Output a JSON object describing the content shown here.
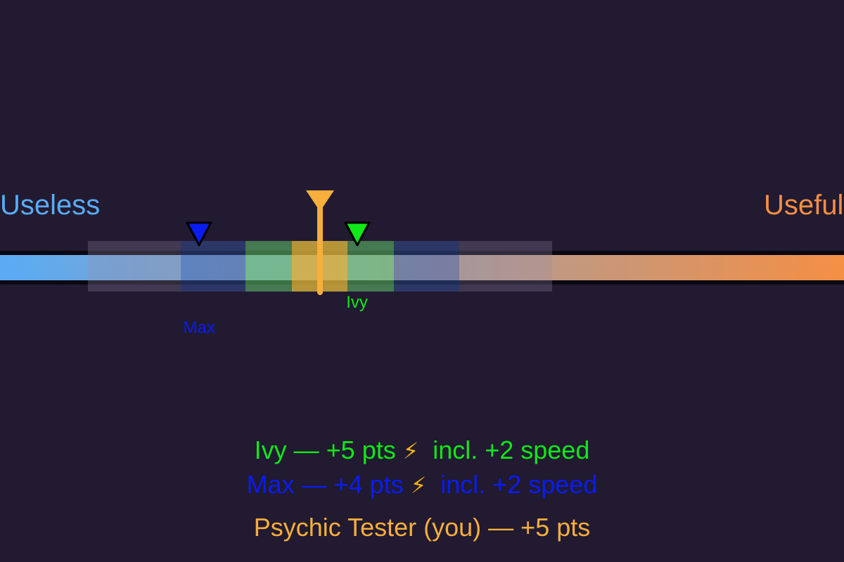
{
  "spectrum": {
    "left_label": "Useless",
    "right_label": "Useful",
    "left_color": "#5aabf5",
    "right_color": "#f58f45"
  },
  "target": {
    "position": 0.379,
    "color": "#f8ae3c"
  },
  "zones": [
    {
      "tier": "outer",
      "from": 0.104,
      "to": 0.214,
      "color": "rgba(150,140,170,0.28)"
    },
    {
      "tier": "inner",
      "from": 0.214,
      "to": 0.291,
      "color": "rgba(60,90,170,0.45)"
    },
    {
      "tier": "close",
      "from": 0.291,
      "to": 0.346,
      "color": "rgba(100,200,110,0.55)"
    },
    {
      "tier": "bullseye",
      "from": 0.346,
      "to": 0.412,
      "color": "rgba(220,180,60,0.8)"
    },
    {
      "tier": "close",
      "from": 0.412,
      "to": 0.467,
      "color": "rgba(100,200,110,0.55)"
    },
    {
      "tier": "inner",
      "from": 0.467,
      "to": 0.544,
      "color": "rgba(60,90,170,0.45)"
    },
    {
      "tier": "outer",
      "from": 0.544,
      "to": 0.654,
      "color": "rgba(150,140,170,0.28)"
    }
  ],
  "guesses": [
    {
      "player": "Max",
      "position": 0.236,
      "color": "#0a1cf0",
      "label_row": 1
    },
    {
      "player": "Ivy",
      "position": 0.423,
      "color": "#10e818",
      "label_row": 0
    }
  ],
  "results": [
    {
      "player": "Ivy",
      "text": "Ivy — +5 pts",
      "bolt": "⚡",
      "bonus": "incl. +2 speed",
      "color": "#10e818"
    },
    {
      "player": "Max",
      "text": "Max — +4 pts",
      "bolt": "⚡",
      "bonus": "incl. +2 speed",
      "color": "#0a1cf0"
    }
  ],
  "psychic": {
    "text": "Psychic Tester (you) — +5 pts",
    "color": "#f8ae3c"
  }
}
